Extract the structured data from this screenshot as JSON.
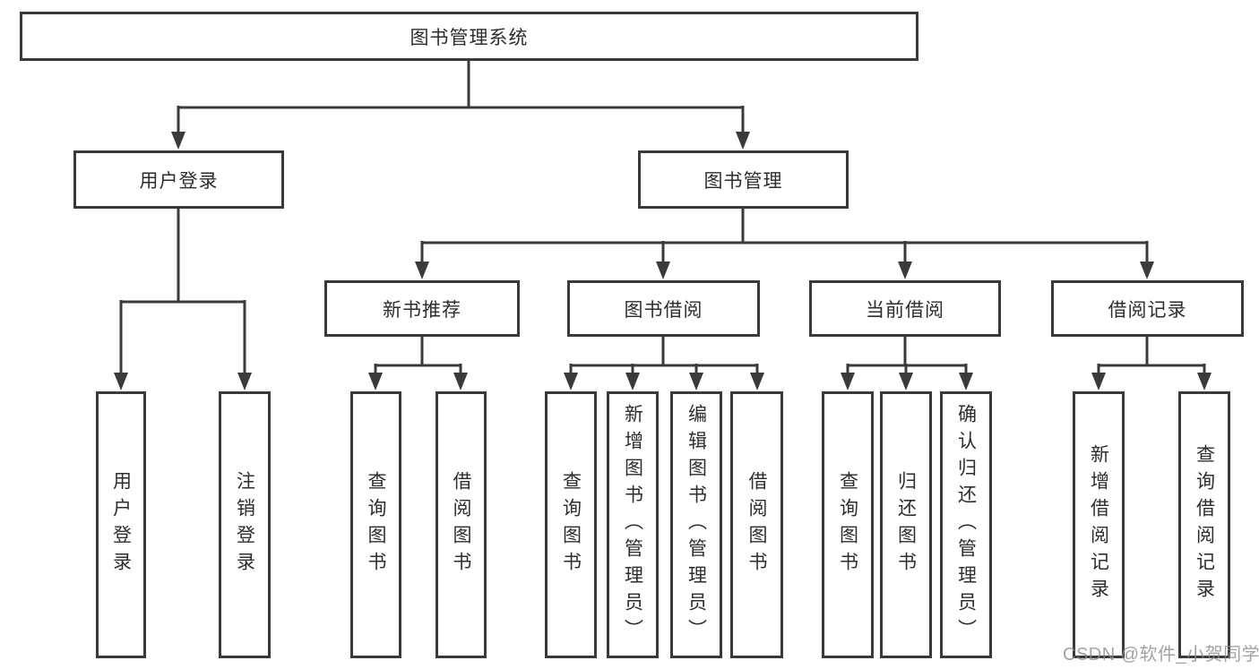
{
  "tree": {
    "label": "图书管理系统",
    "children": [
      {
        "label": "用户登录",
        "children": [
          {
            "label": "用户登录"
          },
          {
            "label": "注销登录"
          }
        ]
      },
      {
        "label": "图书管理",
        "children": [
          {
            "label": "新书推荐",
            "children": [
              {
                "label": "查询图书"
              },
              {
                "label": "借阅图书"
              }
            ]
          },
          {
            "label": "图书借阅",
            "children": [
              {
                "label": "查询图书"
              },
              {
                "label": "新增图书（管理员）"
              },
              {
                "label": "编辑图书（管理员）"
              },
              {
                "label": "借阅图书"
              }
            ]
          },
          {
            "label": "当前借阅",
            "children": [
              {
                "label": "查询图书"
              },
              {
                "label": "归还图书"
              },
              {
                "label": "确认归还（管理员）"
              }
            ]
          },
          {
            "label": "借阅记录",
            "children": [
              {
                "label": "新增借阅记录"
              },
              {
                "label": "查询借阅记录"
              }
            ]
          }
        ]
      }
    ]
  },
  "watermark": {
    "text": "CSDN @软件_小贺同学"
  },
  "colors": {
    "line": "#3a3a3a",
    "text": "#2d2d2d",
    "watermark": "#8c8c8c",
    "background": "#ffffff"
  }
}
